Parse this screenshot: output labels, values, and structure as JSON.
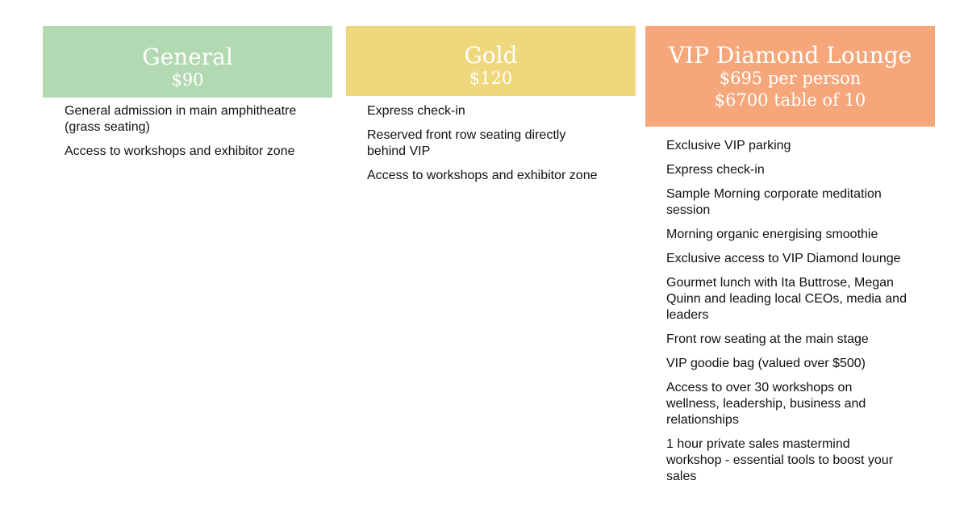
{
  "tiers": [
    {
      "title": "General",
      "price": "$90",
      "color": "#b2d9b2",
      "features": [
        "General admission in main amphitheatre (grass seating)",
        "Access to workshops and exhibitor zone"
      ]
    },
    {
      "title": "Gold",
      "price": "$120",
      "color": "#efd77e",
      "features": [
        "Express check-in",
        "Reserved front row seating directly behind VIP",
        "Access to workshops and exhibitor zone"
      ]
    },
    {
      "title": "VIP Diamond Lounge",
      "price": "$695 per person",
      "price_table": "$6700 table of 10",
      "color": "#f5a77b",
      "features": [
        "Exclusive VIP parking",
        "Express check-in",
        "Sample Morning corporate meditation session",
        "Morning organic energising smoothie",
        "Exclusive access to VIP Diamond lounge",
        "Gourmet lunch with Ita Buttrose, Megan Quinn and leading local CEOs, media and leaders",
        "Front row seating at the main stage",
        "VIP goodie bag (valued over $500)",
        "Access to over 30 workshops on wellness, leadership, business and relationships",
        "1 hour private sales mastermind workshop - essential tools to boost your sales"
      ]
    }
  ]
}
